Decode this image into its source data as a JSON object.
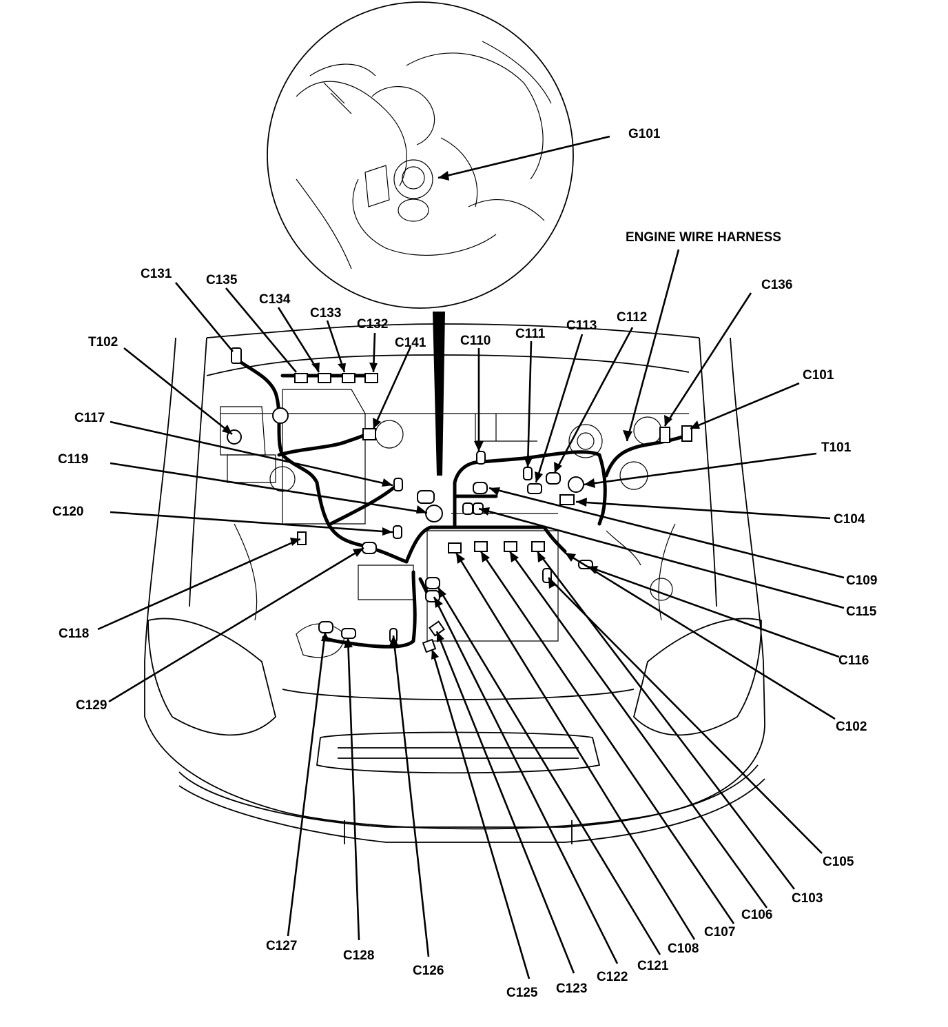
{
  "callouts": {
    "engine_wire_harness": "ENGINE WIRE HARNESS",
    "G101": "G101",
    "C131": "C131",
    "C135": "C135",
    "C134": "C134",
    "C133": "C133",
    "C132": "C132",
    "C141": "C141",
    "C110": "C110",
    "C111": "C111",
    "C113": "C113",
    "C112": "C112",
    "C136": "C136",
    "C101": "C101",
    "T102": "T102",
    "T101": "T101",
    "C117": "C117",
    "C119": "C119",
    "C120": "C120",
    "C104": "C104",
    "C109": "C109",
    "C115": "C115",
    "C116": "C116",
    "C118": "C118",
    "C129": "C129",
    "C102": "C102",
    "C105": "C105",
    "C103": "C103",
    "C106": "C106",
    "C107": "C107",
    "C108": "C108",
    "C121": "C121",
    "C122": "C122",
    "C123": "C123",
    "C125": "C125",
    "C126": "C126",
    "C128": "C128",
    "C127": "C127"
  }
}
